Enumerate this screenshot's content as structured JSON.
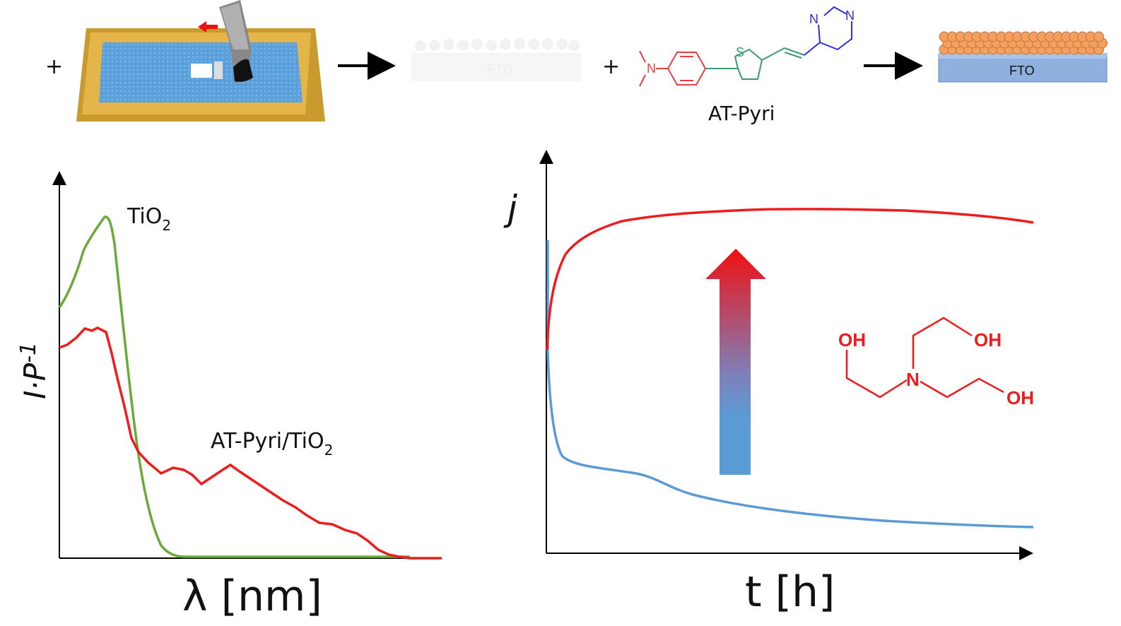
{
  "scheme": {
    "plus_1": "+",
    "plus_2": "+",
    "substrate_faded_label": "FTO",
    "molecule_name": "AT-Pyri",
    "atom_n_amine": "N",
    "atom_s": "S",
    "atom_n_pyr_1": "N",
    "atom_n_pyr_2": "N",
    "product_substrate_label": "FTO"
  },
  "absorption_plot": {
    "ylabel_main": "I·P",
    "ylabel_exp": "-1",
    "xlabel": "λ [nm]",
    "series_tio2_label": "TiO",
    "series_tio2_sub": "2",
    "series_atpyri_label": "AT-Pyri/TiO",
    "series_atpyri_sub": "2",
    "colors": {
      "tio2": "#6aaa3a",
      "atpyri": "#ee1c1c"
    }
  },
  "current_plot": {
    "ylabel": "j",
    "xlabel": "t [h]",
    "colors": {
      "with_tea": "#ee1c1c",
      "without_tea": "#5b9bd5"
    }
  },
  "tea_molecule": {
    "oh_1": "OH",
    "oh_2": "OH",
    "oh_3": "OH",
    "n": "N"
  }
}
